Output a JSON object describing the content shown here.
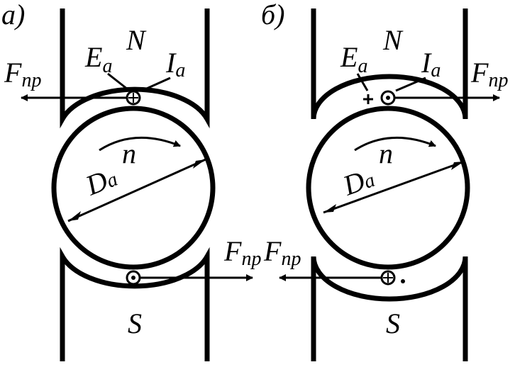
{
  "diagrams": [
    {
      "id": "a",
      "label": "а)",
      "pole_top": "N",
      "pole_bottom": "S",
      "emf_symbol": "E",
      "emf_sub": "a",
      "current_symbol": "I",
      "current_sub": "a",
      "speed_label": "n",
      "diameter_symbol": "D",
      "diameter_sub": "a",
      "force_symbol": "F",
      "force_sub": "пр",
      "force_top_sub": "пр",
      "force_bottom_sub": "пр"
    },
    {
      "id": "b",
      "label": "б)",
      "pole_top": "N",
      "pole_bottom": "S",
      "emf_symbol": "E",
      "emf_sub": "a",
      "current_symbol": "I",
      "current_sub": "a",
      "speed_label": "n",
      "diameter_symbol": "D",
      "diameter_sub": "a",
      "force_symbol": "F",
      "force_sub": "пр"
    }
  ]
}
